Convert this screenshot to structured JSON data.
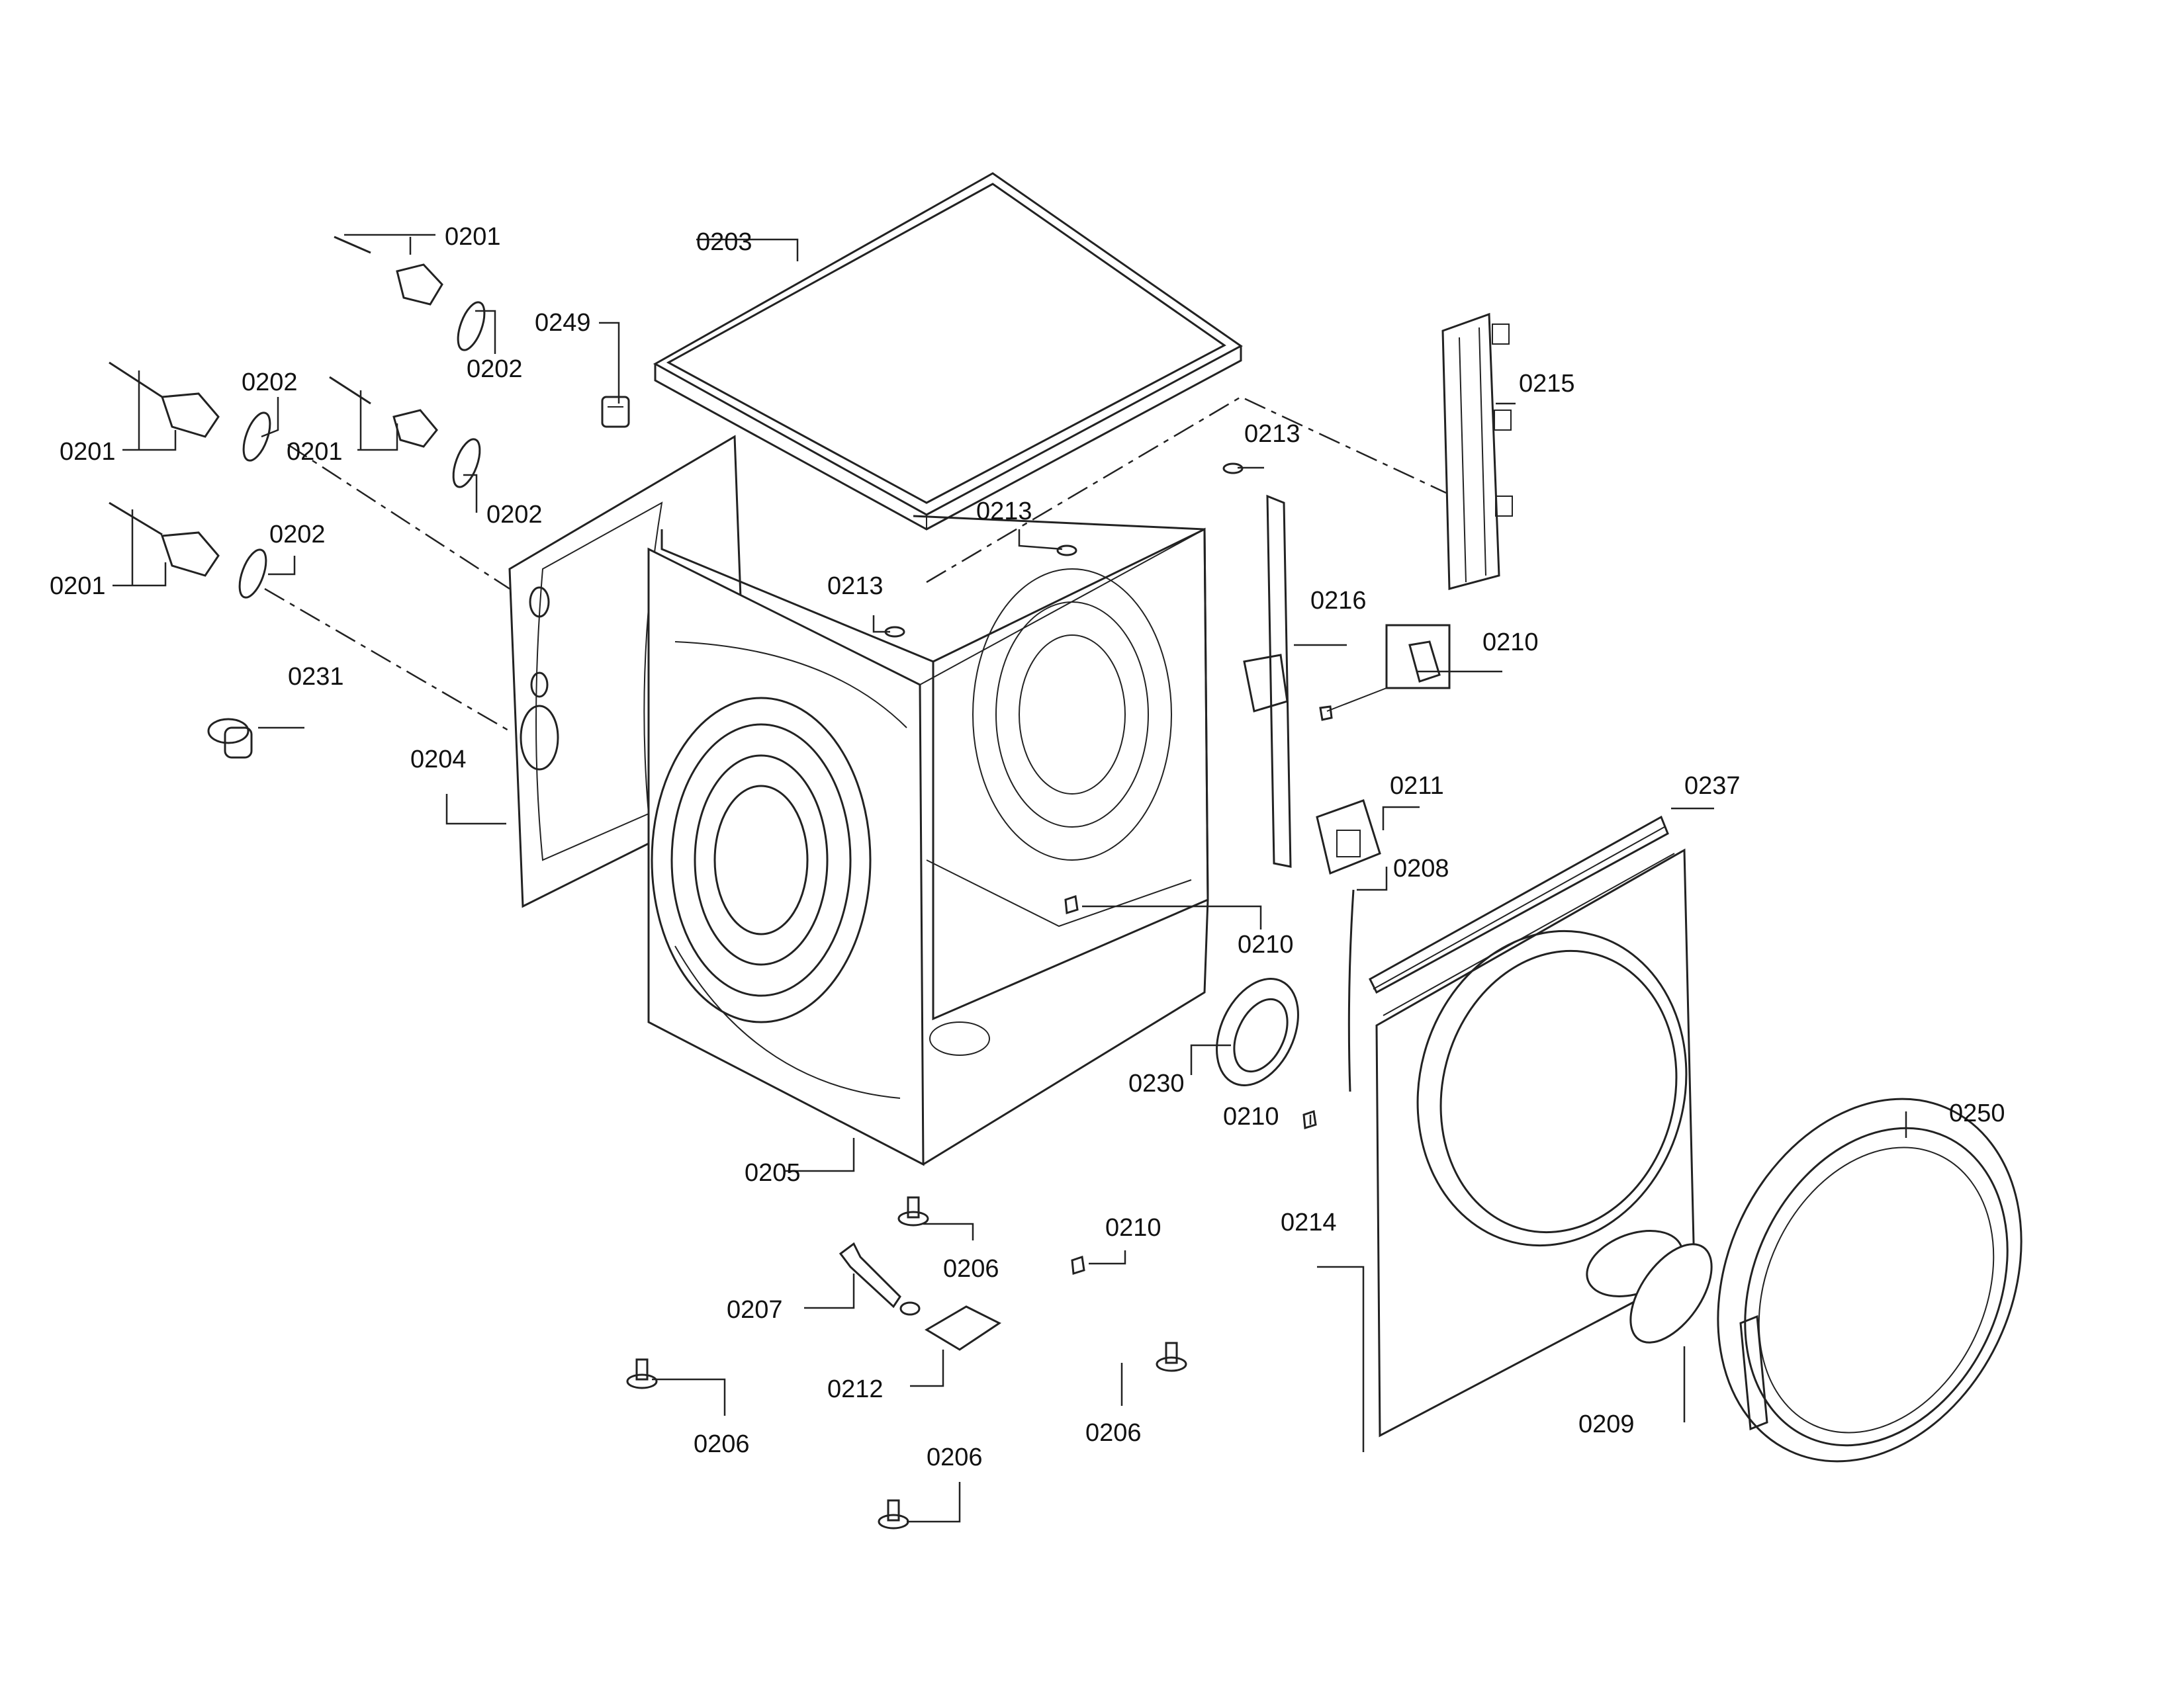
{
  "diagram": {
    "labels": [
      {
        "id": "l0201a",
        "text": "0201"
      },
      {
        "id": "l0202a",
        "text": "0202"
      },
      {
        "id": "l0203",
        "text": "0203"
      },
      {
        "id": "l0249",
        "text": "0249"
      },
      {
        "id": "l0202b",
        "text": "0202"
      },
      {
        "id": "l0201b",
        "text": "0201"
      },
      {
        "id": "l0201c",
        "text": "0201"
      },
      {
        "id": "l0202c",
        "text": "0202"
      },
      {
        "id": "l0202d",
        "text": "0202"
      },
      {
        "id": "l0201d",
        "text": "0201"
      },
      {
        "id": "l0231",
        "text": "0231"
      },
      {
        "id": "l0204",
        "text": "0204"
      },
      {
        "id": "l0213a",
        "text": "0213"
      },
      {
        "id": "l0213b",
        "text": "0213"
      },
      {
        "id": "l0213c",
        "text": "0213"
      },
      {
        "id": "l0215",
        "text": "0215"
      },
      {
        "id": "l0216",
        "text": "0216"
      },
      {
        "id": "l0210a",
        "text": "0210"
      },
      {
        "id": "l0211",
        "text": "0211"
      },
      {
        "id": "l0237",
        "text": "0237"
      },
      {
        "id": "l0208",
        "text": "0208"
      },
      {
        "id": "l0210b",
        "text": "0210"
      },
      {
        "id": "l0230",
        "text": "0230"
      },
      {
        "id": "l0210c",
        "text": "0210"
      },
      {
        "id": "l0205",
        "text": "0205"
      },
      {
        "id": "l0250",
        "text": "0250"
      },
      {
        "id": "l0214",
        "text": "0214"
      },
      {
        "id": "l0206a",
        "text": "0206"
      },
      {
        "id": "l0210d",
        "text": "0210"
      },
      {
        "id": "l0207",
        "text": "0207"
      },
      {
        "id": "l0212",
        "text": "0212"
      },
      {
        "id": "l0206b",
        "text": "0206"
      },
      {
        "id": "l0206c",
        "text": "0206"
      },
      {
        "id": "l0209",
        "text": "0209"
      },
      {
        "id": "l0206d",
        "text": "0206"
      }
    ]
  }
}
